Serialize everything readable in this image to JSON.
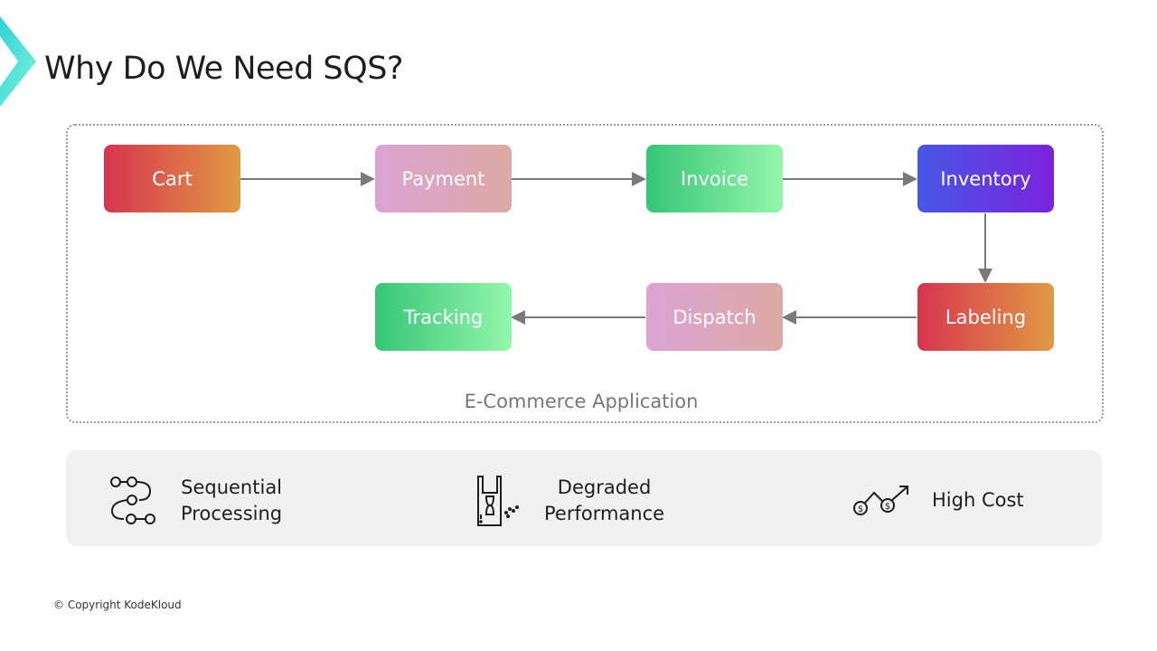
{
  "slide": {
    "title": "Why Do We Need SQS?",
    "copyright": "© Copyright KodeKloud"
  },
  "diagram": {
    "container_label": "E-Commerce Application",
    "nodes": {
      "cart": "Cart",
      "payment": "Payment",
      "invoice": "Invoice",
      "inventory": "Inventory",
      "labeling": "Labeling",
      "dispatch": "Dispatch",
      "tracking": "Tracking"
    }
  },
  "problems": [
    {
      "icon": "sequential-flow-icon",
      "label_line1": "Sequential",
      "label_line2": "Processing"
    },
    {
      "icon": "hourglass-degraded-icon",
      "label_line1": "Degraded",
      "label_line2": "Performance"
    },
    {
      "icon": "rising-cost-icon",
      "label": "High Cost"
    }
  ]
}
